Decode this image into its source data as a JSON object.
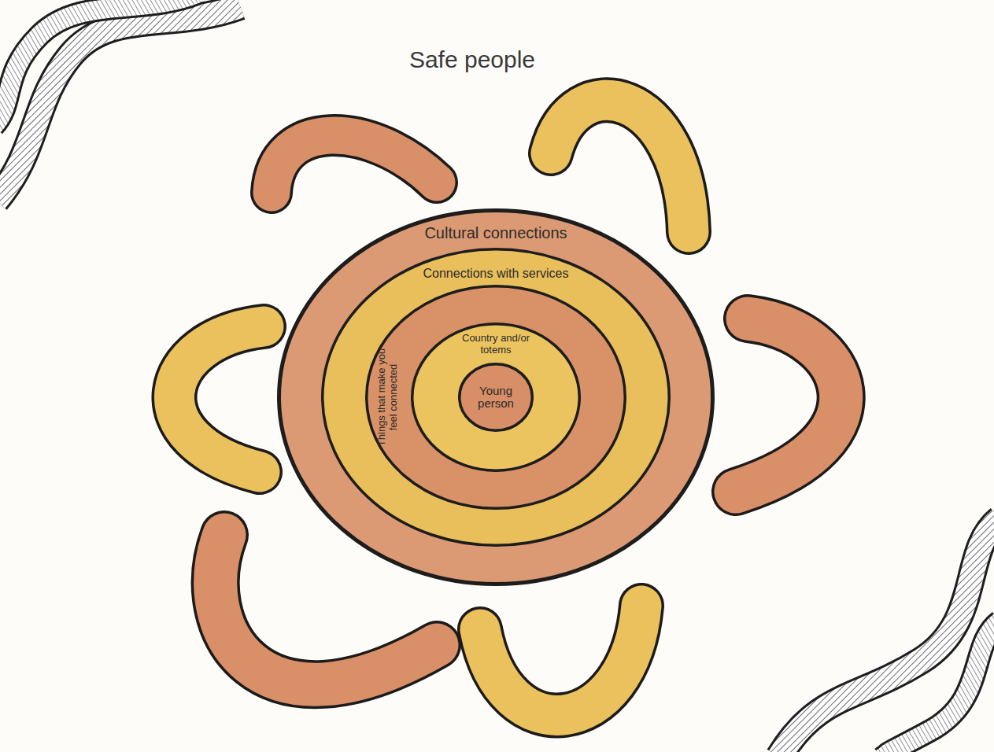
{
  "diagram": {
    "title": "Safe people",
    "nodes": [
      {
        "text": [
          "Cultural connections"
        ]
      },
      {
        "text": [
          "Connections with services"
        ],
        "in": 0
      },
      {
        "text": [
          "Things that make you feel connected"
        ],
        "in": 1
      },
      {
        "text": [
          "Country and/or totems"
        ],
        "in": 2
      },
      {
        "text": [
          "Young person"
        ],
        "in": 3
      }
    ]
  }
}
